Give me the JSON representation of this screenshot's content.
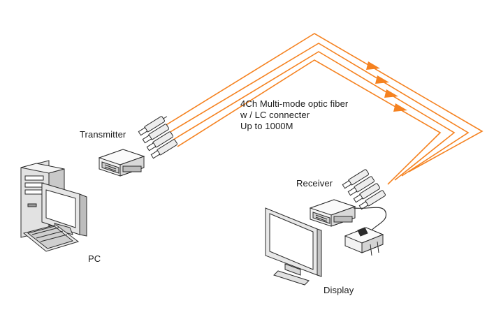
{
  "fiber_label": {
    "line1": "4Ch Multi-mode optic fiber",
    "line2": "w / LC connecter",
    "line3": "Up to 1000M"
  },
  "labels": {
    "transmitter": "Transmitter",
    "receiver": "Receiver",
    "pc": "PC",
    "display": "Display"
  },
  "colors": {
    "fiber": "#f58220",
    "outline": "#2a2a2a",
    "body_gray": "#d9d9d9"
  },
  "icons": [
    "pc-tower-icon",
    "crt-monitor-icon",
    "keyboard-icon",
    "lcd-display-icon",
    "dvi-transmitter-icon",
    "dvi-receiver-icon",
    "lc-connector-icon",
    "power-adapter-icon",
    "arrow-icon"
  ]
}
